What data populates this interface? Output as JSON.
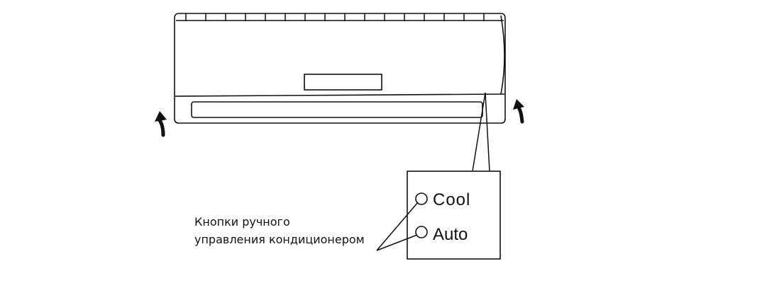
{
  "annotation": {
    "line1": "Кнопки ручного",
    "line2": "управления кондиционером"
  },
  "buttons": [
    {
      "label": "Cool"
    },
    {
      "label": "Auto"
    }
  ]
}
